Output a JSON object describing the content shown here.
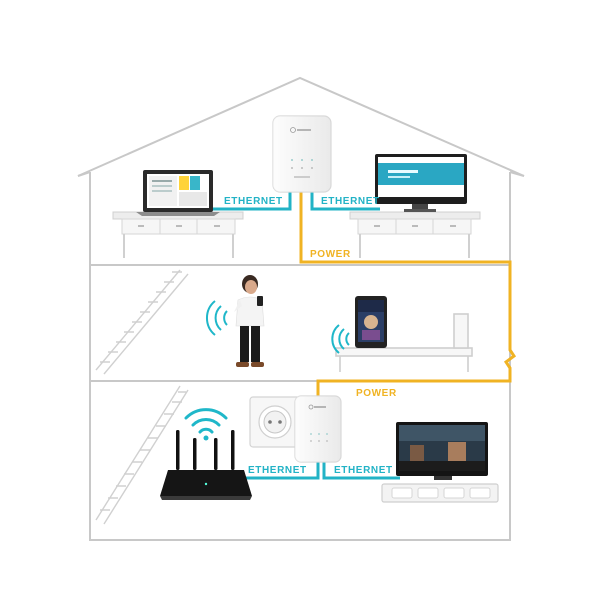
{
  "labels": {
    "ethernet_top_left": "ETHERNET",
    "ethernet_top_right": "ETHERNET",
    "power_top": "POWER",
    "power_bottom": "POWER",
    "ethernet_bottom_left": "ETHERNET",
    "ethernet_bottom_right": "ETHERNET"
  },
  "colors": {
    "ethernet": "#22b3c6",
    "power": "#f0b323",
    "outline": "#c8c8c8",
    "wifi": "#1fb7c9"
  },
  "icons": [
    "powerline-adapter-icon",
    "laptop-icon",
    "desktop-monitor-icon",
    "smartphone-icon",
    "tablet-icon",
    "wifi-icon",
    "router-icon",
    "tv-icon",
    "wall-socket-icon",
    "stairs-icon",
    "person-icon",
    "bed-icon",
    "desk-icon",
    "tv-stand-icon"
  ]
}
